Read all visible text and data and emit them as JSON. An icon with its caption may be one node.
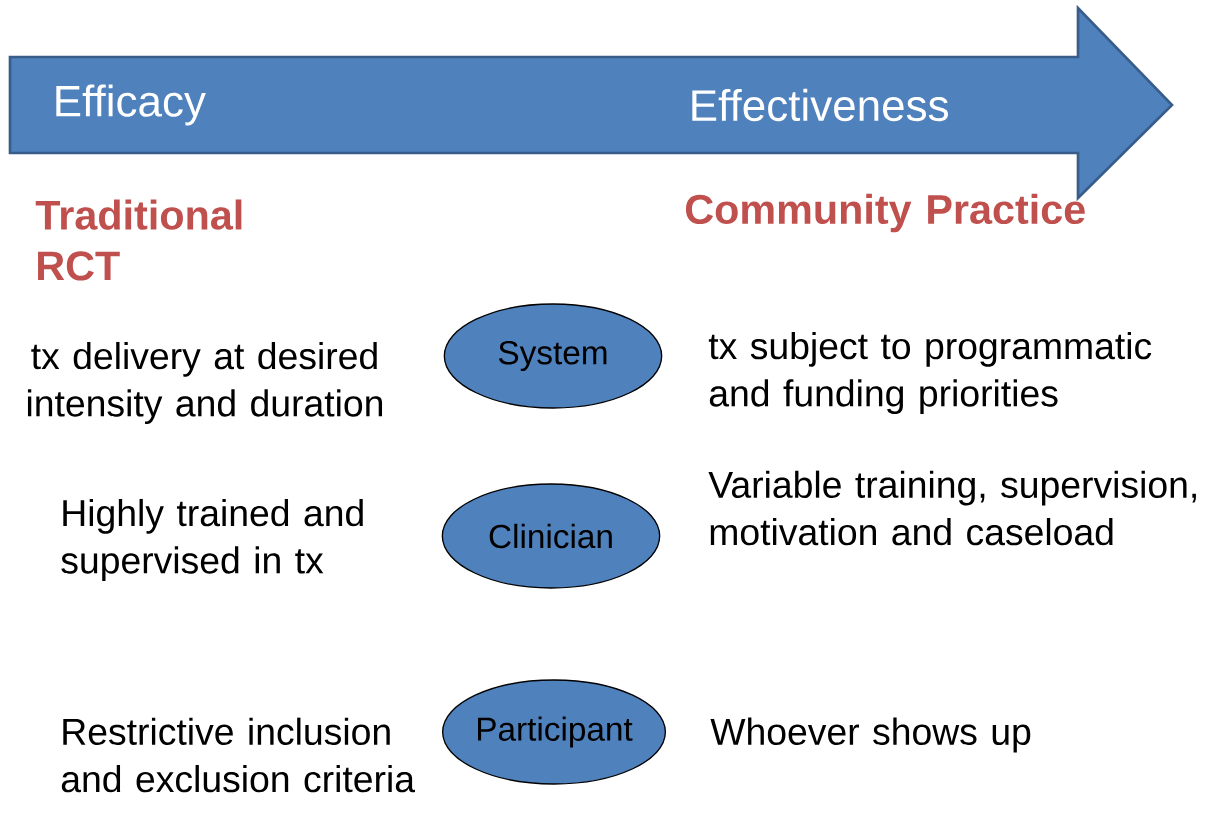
{
  "diagram": {
    "nodes": [
      {
        "text": [
          "Efficacy",
          "Effectiveness"
        ]
      },
      {
        "text": [
          "System"
        ]
      },
      {
        "text": [
          "Clinician"
        ]
      },
      {
        "text": [
          "Participant"
        ]
      }
    ],
    "labels": [
      "Traditional RCT",
      "Community Practice",
      "tx delivery at desired intensity and duration",
      "tx subject to programmatic and funding priorities",
      "Highly trained and supervised in tx",
      "Variable training, supervision, motivation and caseload",
      "Restrictive inclusion and exclusion criteria",
      "Whoever shows up"
    ]
  }
}
